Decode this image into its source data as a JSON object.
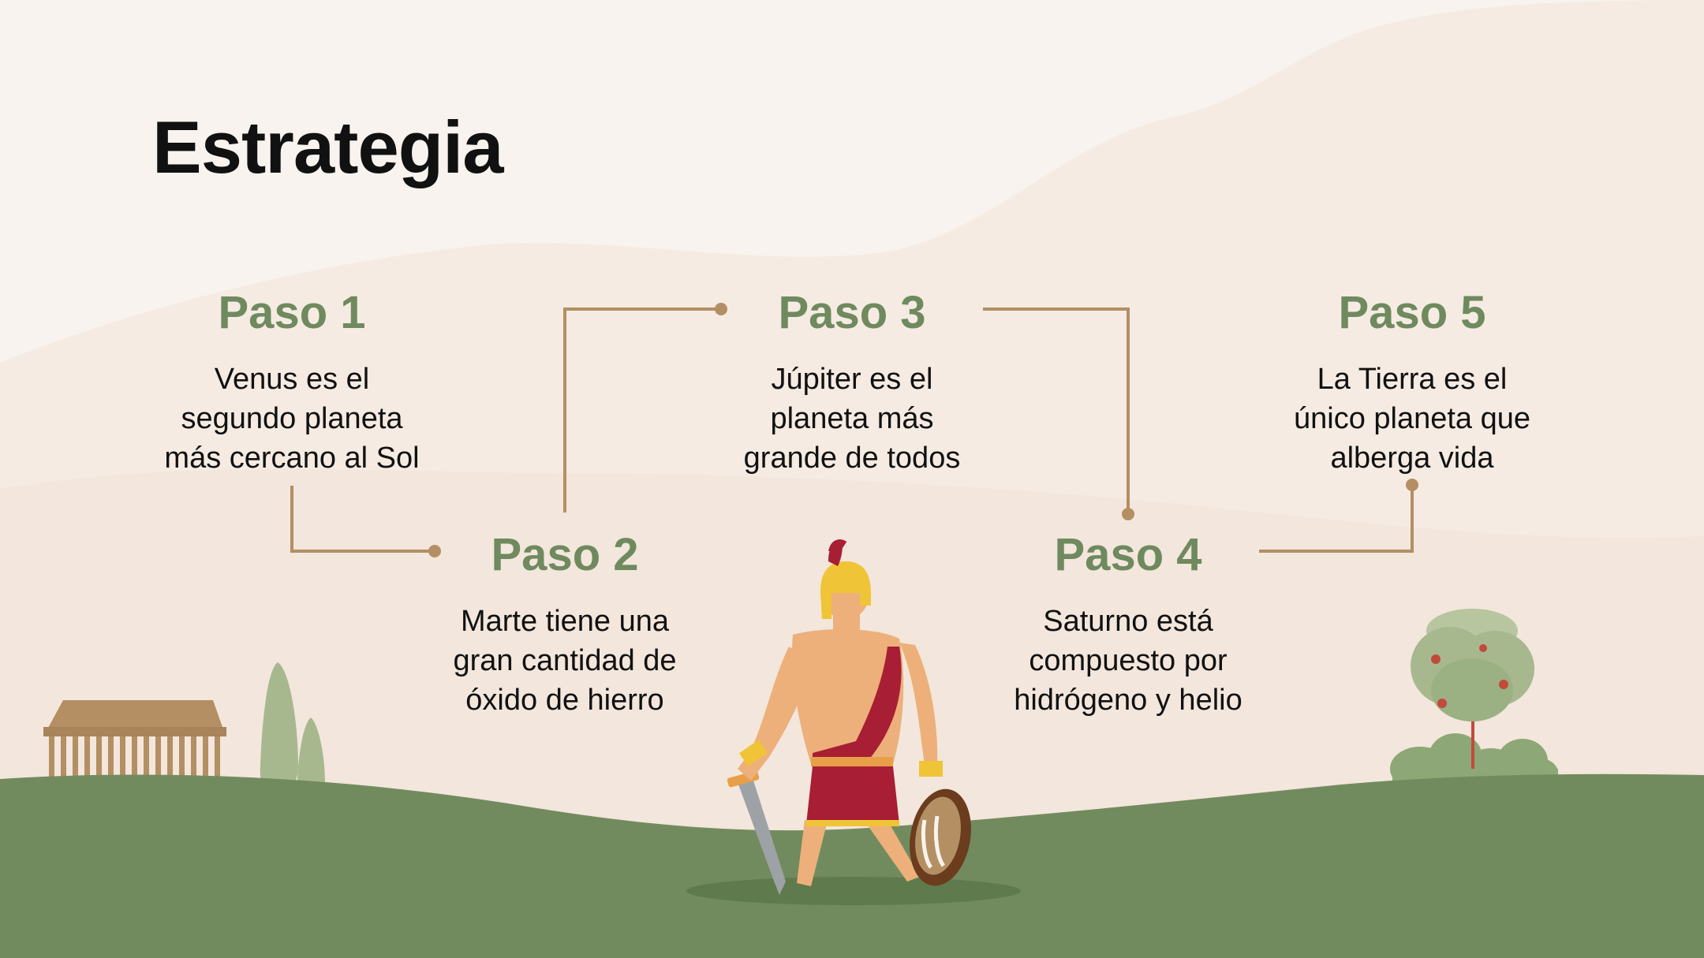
{
  "title": "Estrategia",
  "steps": [
    {
      "title": "Paso 1",
      "text": "Venus es el\nsegundo planeta\nmás cercano al Sol"
    },
    {
      "title": "Paso 2",
      "text": "Marte tiene una\ngran cantidad de\nóxido de hierro"
    },
    {
      "title": "Paso 3",
      "text": "Júpiter es el\nplaneta más\ngrande de todos"
    },
    {
      "title": "Paso 4",
      "text": "Saturno está\ncompuesto por\nhidrógeno y helio"
    },
    {
      "title": "Paso 5",
      "text": "La Tierra es el\núnico planeta que\nalberga vida"
    }
  ],
  "colors": {
    "background": "#f8f3ee",
    "hill": "#728b5e",
    "accent_green": "#6f8a5e",
    "connector": "#b38f63",
    "text": "#111111"
  }
}
